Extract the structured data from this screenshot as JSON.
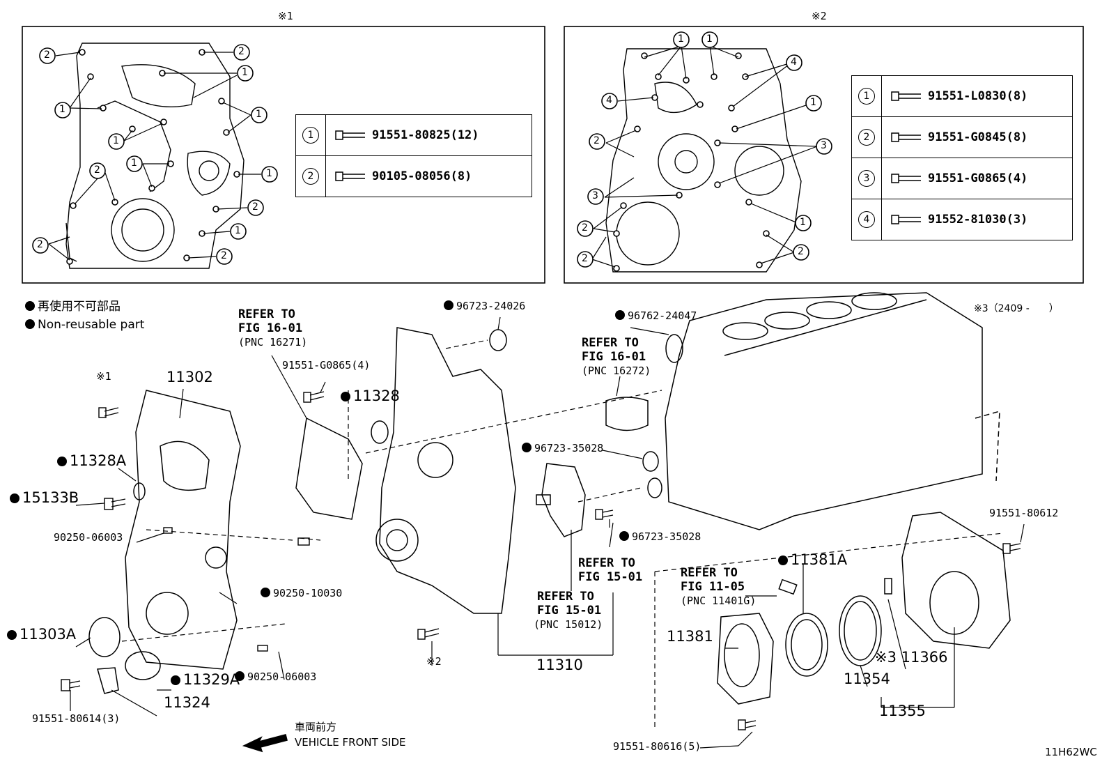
{
  "section1": {
    "mark": "※1",
    "legend": [
      {
        "num": "1",
        "part": "91551-80825(12)"
      },
      {
        "num": "2",
        "part": "90105-08056(8)"
      }
    ]
  },
  "section2": {
    "mark": "※2",
    "legend": [
      {
        "num": "1",
        "part": "91551-L0830(8)"
      },
      {
        "num": "2",
        "part": "91551-G0845(8)"
      },
      {
        "num": "3",
        "part": "91551-G0865(4)"
      },
      {
        "num": "4",
        "part": "91552-81030(3)"
      }
    ]
  },
  "notice": {
    "jp": "再使用不可部品",
    "en": "Non-reusable part"
  },
  "refs": {
    "r1": {
      "l1": "REFER TO",
      "l2": "FIG 16-01",
      "l3": "(PNC 16271)"
    },
    "r2": {
      "l1": "REFER TO",
      "l2": "FIG 16-01",
      "l3": "(PNC 16272)"
    },
    "r3": {
      "l1": "REFER TO",
      "l2": "FIG 15-01"
    },
    "r4": {
      "l1": "REFER TO",
      "l2": "FIG 15-01",
      "l3": "(PNC 15012)"
    },
    "r5": {
      "l1": "REFER TO",
      "l2": "FIG 11-05",
      "l3": "(PNC 11401G)"
    }
  },
  "parts": {
    "p96723_24026": "96723-24026",
    "p96762_24047": "96762-24047",
    "p91551_G0865": "91551-G0865(4)",
    "p11328": "11328",
    "p11302": "11302",
    "mark1": "※1",
    "p11328A": "11328A",
    "p15133B": "15133B",
    "p90250_06003a": "90250-06003",
    "p90250_10030": "90250-10030",
    "p96723_35028a": "96723-35028",
    "p96723_35028b": "96723-35028",
    "p11303A": "11303A",
    "p11329A": "11329A",
    "p90250_06003b": "90250-06003",
    "p91551_80614": "91551-80614(3)",
    "p11324": "11324",
    "mark2": "※2",
    "p11310": "11310",
    "p11381A": "11381A",
    "p11381": "11381",
    "p91551_80612": "91551-80612",
    "p11366": "※3 11366",
    "p11354": "11354",
    "p11355": "11355",
    "p91551_80616": "91551-80616(5)",
    "mark3": "※3（2409 -　　）"
  },
  "front": {
    "jp": "車両前方",
    "en": "VEHICLE FRONT SIDE"
  },
  "code": "11H62WC"
}
